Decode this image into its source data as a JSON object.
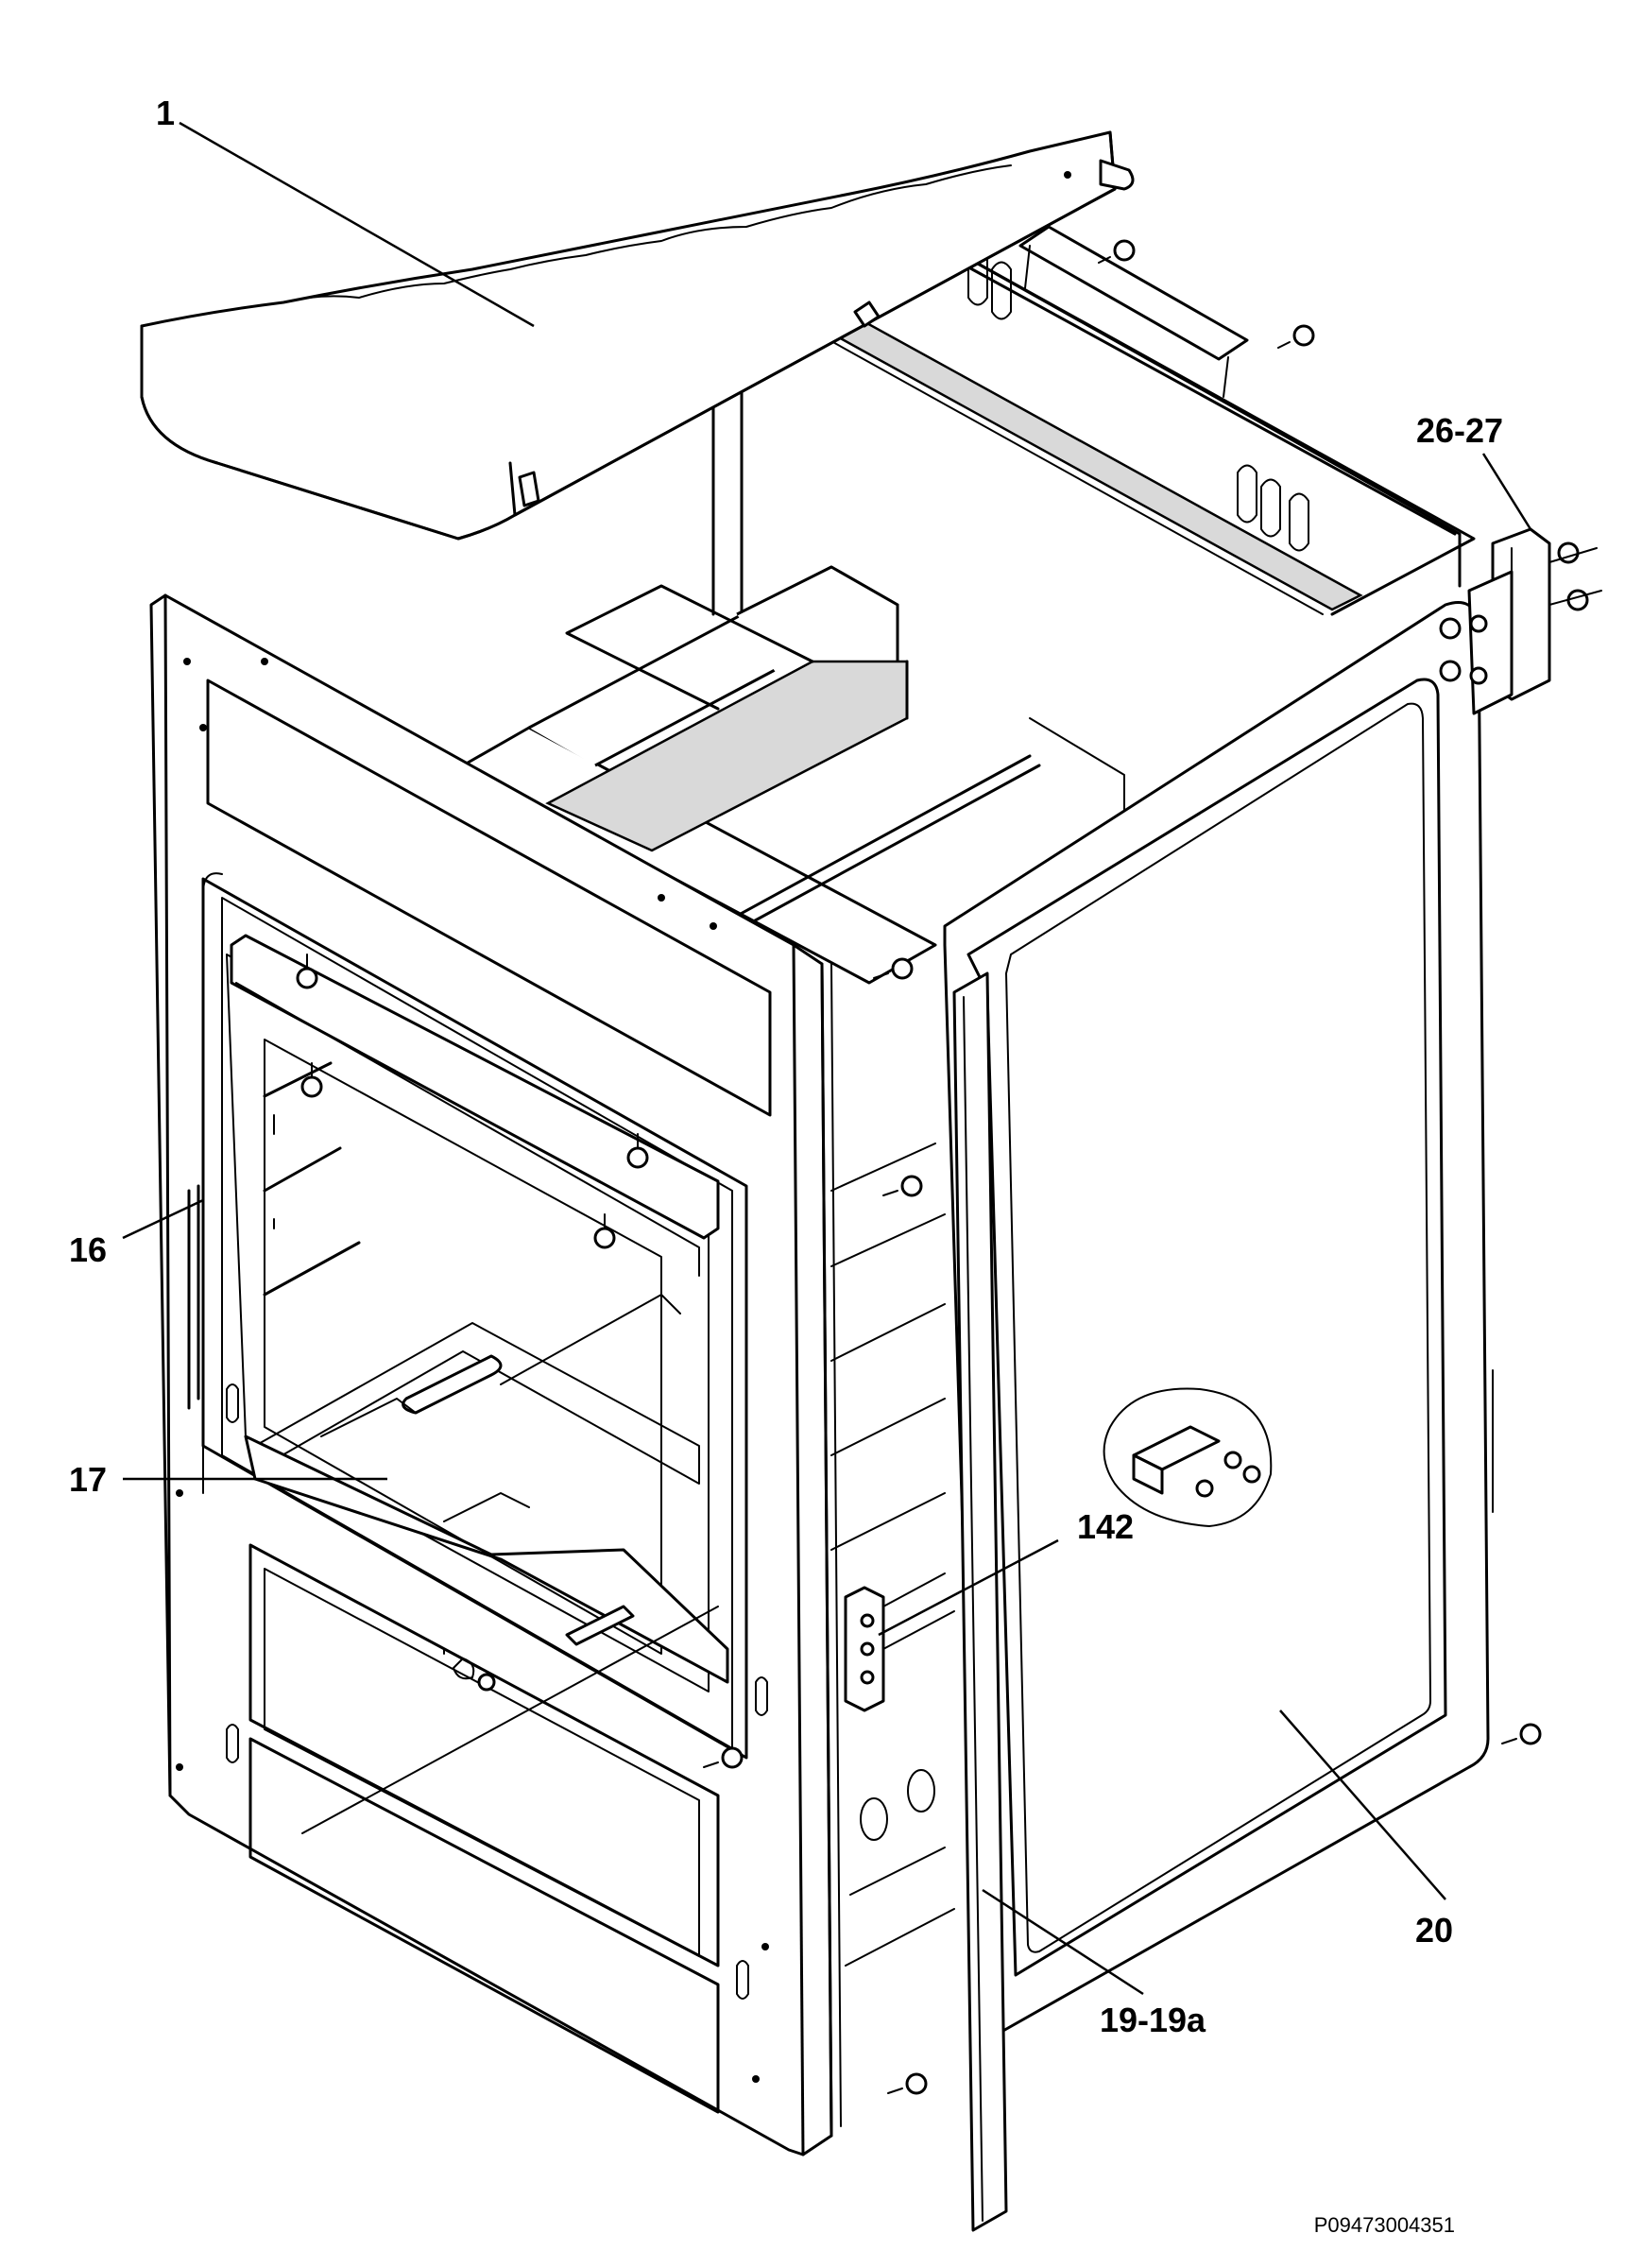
{
  "figure": {
    "reference_code": "P09473004351",
    "callouts": [
      {
        "id": "1",
        "label": "1"
      },
      {
        "id": "26-27",
        "label": "26-27"
      },
      {
        "id": "16",
        "label": "16"
      },
      {
        "id": "17",
        "label": "17"
      },
      {
        "id": "142",
        "label": "142"
      },
      {
        "id": "20",
        "label": "20"
      },
      {
        "id": "19-19a",
        "label": "19-19a"
      }
    ]
  }
}
